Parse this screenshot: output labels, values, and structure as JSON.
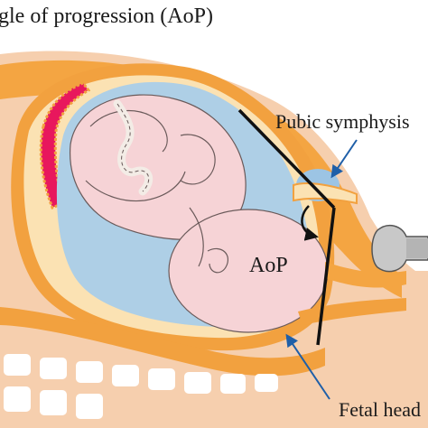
{
  "diagram": {
    "title": "ngle of progression (AoP)",
    "angle_label": "AoP",
    "labels": {
      "pubic_symphysis": "Pubic symphysis",
      "fetal_head": "Fetal head"
    },
    "icons": {
      "fetus": "fetus-illustration",
      "probe": "ultrasound-probe-icon",
      "spine": "spine-vertebrae",
      "uterus": "uterus-wall",
      "placenta": "placenta"
    },
    "colors": {
      "skin": "#f6cfae",
      "uterus_orange": "#f2a13f",
      "uterus_light": "#fbe2b3",
      "amniotic_blue": "#aecfe6",
      "fetus_pink": "#f6d3d6",
      "placenta_red": "#e8175d",
      "bone": "#ffffff",
      "symphysis_blue": "#9cc4e4",
      "probe_gray": "#c8c8c8",
      "line": "#111111",
      "arrow_blue": "#1f5fa8"
    }
  }
}
